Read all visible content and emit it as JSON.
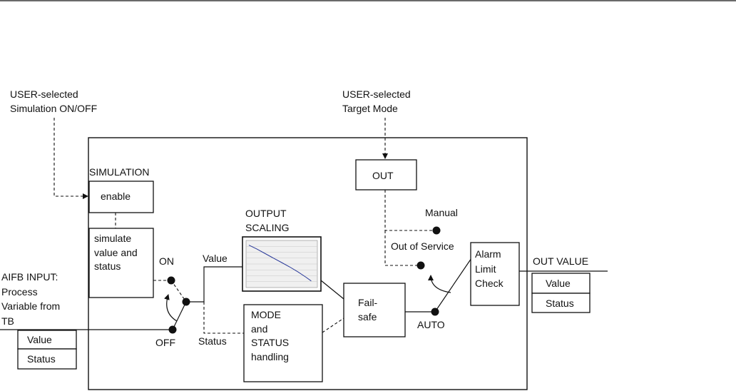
{
  "simulation_control": {
    "line1": "USER-selected",
    "line2": "Simulation ON/OFF"
  },
  "target_mode": {
    "line1": "USER-selected",
    "line2": "Target Mode"
  },
  "simulation": {
    "title": "SIMULATION",
    "enable": "enable",
    "simulate_lines": [
      "simulate",
      "value and",
      "status"
    ]
  },
  "switch_labels": {
    "on": "ON",
    "off": "OFF",
    "value": "Value",
    "status": "Status",
    "manual": "Manual",
    "out_of_service": "Out of Service",
    "auto": "AUTO"
  },
  "aifb_input": {
    "lines": [
      "AIFB INPUT:",
      "Process",
      "Variable from",
      "TB"
    ],
    "value": "Value",
    "status": "Status"
  },
  "output_scaling": {
    "title_lines": [
      "OUTPUT",
      "SCALING"
    ],
    "curve": [
      [
        0,
        0.9
      ],
      [
        0.12,
        0.82
      ],
      [
        0.25,
        0.72
      ],
      [
        0.38,
        0.62
      ],
      [
        0.5,
        0.53
      ],
      [
        0.62,
        0.44
      ],
      [
        0.75,
        0.33
      ],
      [
        0.87,
        0.22
      ],
      [
        0.95,
        0.14
      ]
    ]
  },
  "mode_status": {
    "lines": [
      "MODE",
      "and",
      "STATUS",
      "handling"
    ]
  },
  "fail_safe": {
    "lines": [
      "Fail-",
      "safe"
    ]
  },
  "out_box": {
    "label": "OUT"
  },
  "alarm": {
    "lines": [
      "Alarm",
      "Limit",
      "Check"
    ]
  },
  "out_value": {
    "title": "OUT VALUE",
    "value": "Value",
    "status": "Status"
  }
}
